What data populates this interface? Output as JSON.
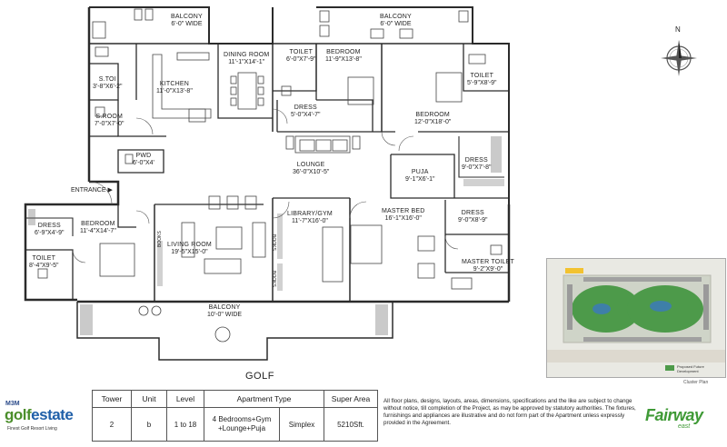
{
  "rooms": [
    {
      "key": "balcony_top_left",
      "name": "BALCONY",
      "dims": "6'-0\" WIDE"
    },
    {
      "key": "balcony_top_right",
      "name": "BALCONY",
      "dims": "6'-0\" WIDE"
    },
    {
      "key": "dining",
      "name": "DINING ROOM",
      "dims": "11'-1\"X14'-1\""
    },
    {
      "key": "kitchen",
      "name": "KITCHEN",
      "dims": "11'-0\"X13'-8\""
    },
    {
      "key": "s_toi",
      "name": "S.TOI",
      "dims": "3'-8\"X6'-2\""
    },
    {
      "key": "s_room",
      "name": "S.ROOM",
      "dims": "7'-0\"X7'-0\""
    },
    {
      "key": "pwd",
      "name": "PWD",
      "dims": "6'-0\"X4'"
    },
    {
      "key": "toilet_top",
      "name": "TOILET",
      "dims": "6'-0\"X7'-9\""
    },
    {
      "key": "bedroom_top",
      "name": "BEDROOM",
      "dims": "11'-9\"X13'-8\""
    },
    {
      "key": "dress_top",
      "name": "DRESS",
      "dims": "5'-0\"X4'-7\""
    },
    {
      "key": "toilet_right",
      "name": "TOILET",
      "dims": "5'-9\"X8'-9\""
    },
    {
      "key": "bedroom_right",
      "name": "BEDROOM",
      "dims": "12'-0\"X18'-0\""
    },
    {
      "key": "lounge",
      "name": "LOUNGE",
      "dims": "36'-0\"X10'-5\""
    },
    {
      "key": "dress_right",
      "name": "DRESS",
      "dims": "9'-0\"X7'-8\""
    },
    {
      "key": "puja",
      "name": "PUJA",
      "dims": "9'-1\"X6'-1\""
    },
    {
      "key": "dress_left",
      "name": "DRESS",
      "dims": "6'-9\"X4'-9\""
    },
    {
      "key": "bedroom_left",
      "name": "BEDROOM",
      "dims": "11'-4\"X14'-7\""
    },
    {
      "key": "toilet_left",
      "name": "TOILET",
      "dims": "8'-4\"X9'-5\""
    },
    {
      "key": "living",
      "name": "LIVING ROOM",
      "dims": "19'-5\"X15'-0\""
    },
    {
      "key": "library",
      "name": "LIBRARY/GYM",
      "dims": "11'-7\"X16'-0\""
    },
    {
      "key": "master_bed",
      "name": "MASTER BED",
      "dims": "16'-1\"X16'-0\""
    },
    {
      "key": "dress_master",
      "name": "DRESS",
      "dims": "9'-0\"X8'-9\""
    },
    {
      "key": "master_toilet",
      "name": "MASTER TOILET",
      "dims": "9'-2\"X9'-0\""
    },
    {
      "key": "balcony_bottom",
      "name": "BALCONY",
      "dims": "10'-0\" WIDE"
    }
  ],
  "labels": {
    "entrance": "ENTRANCE",
    "golf": "GOLF",
    "books_a": "BOOKS",
    "books_b": "BOOKS",
    "books_c": "BOOKS",
    "compass_n": "N",
    "cluster_plan": "Cluster Plan",
    "legend": "Proposed Future Development"
  },
  "spec_table": {
    "headers": [
      "Tower",
      "Unit",
      "Level",
      "Apartment Type",
      "",
      "Super Area"
    ],
    "row": {
      "tower": "2",
      "unit": "b",
      "level": "1 to 18",
      "type": "4 Bedrooms+Gym +Lounge+Puja",
      "style": "Simplex",
      "area": "5210Sft."
    }
  },
  "disclaimer": "All floor plans, designs, layouts, areas, dimensions, specifications and the like are subject to change without notice, till completion of the Project, as may be approved by statutory authorities. The fixtures, furnishings and appliances are illustrative and do not form part of the Apartment unless expressly provided in the Agreement.",
  "logos": {
    "left_mm": "M3M",
    "left_brand_a": "golf",
    "left_brand_b": "estate",
    "left_tagline": "Finest Golf Resort Living",
    "right_brand": "Fairway",
    "right_sub": "east"
  },
  "colors": {
    "wall": "#2b2b2b",
    "site_green": "#4d9a4a",
    "site_grey": "#d9d9d2",
    "brand_green": "#3f9a36"
  }
}
